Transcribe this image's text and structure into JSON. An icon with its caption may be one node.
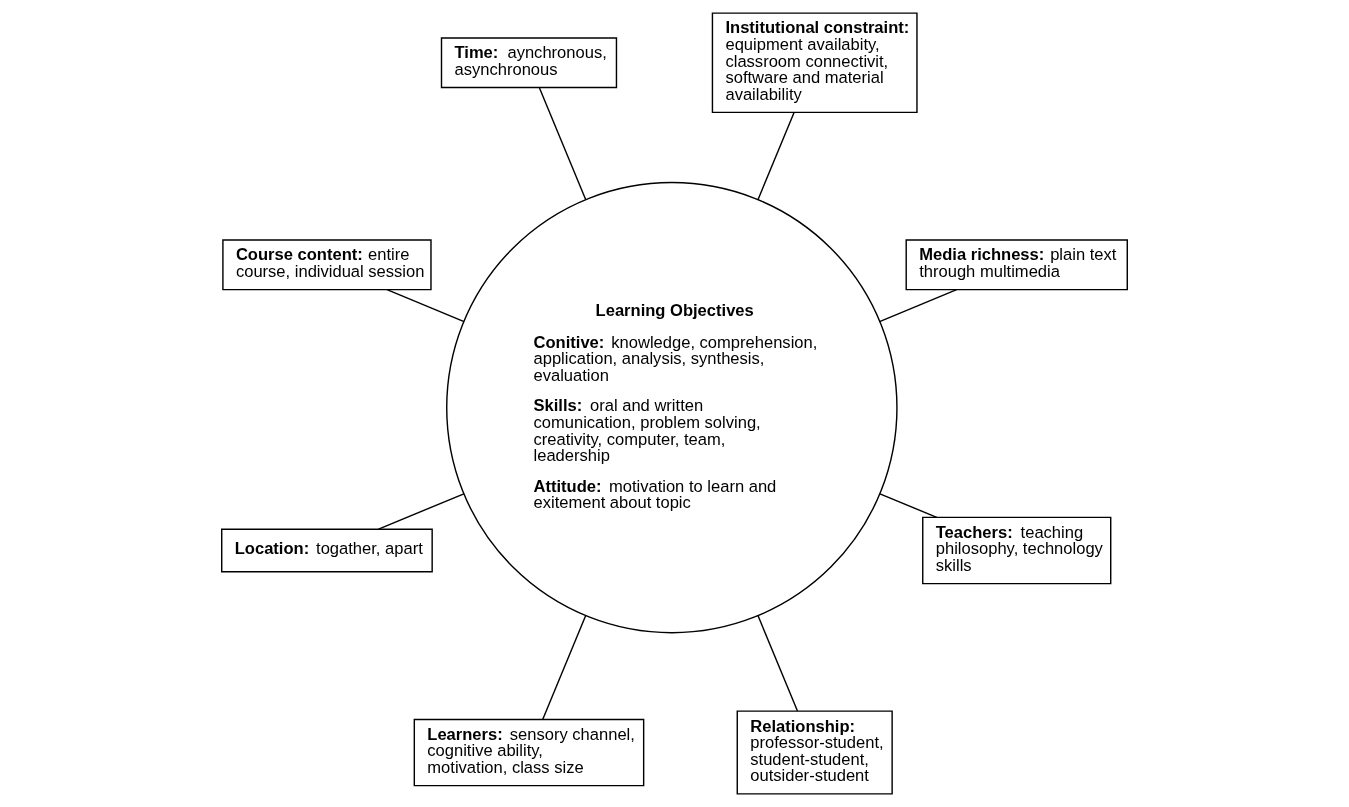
{
  "diagram": {
    "nodes": [
      {
        "text": [
          "**Media richness:** plain text through multimedia"
        ]
      },
      {
        "text": [
          "**Institutional constraint:** equipment availabity, classroom connectivit, software and material availability"
        ]
      },
      {
        "text": [
          "**Time:** aynchronous, asynchronous"
        ]
      },
      {
        "text": [
          "Learning Objectives",
          "**Conitive:** knowledge, comprehension, application, analysis, synthesis, evaluation",
          "**Skills:** oral and written comunication, problem solving, creativity, computer, team, leadership",
          "**Attitude:** motivation to learn and exitement about topic"
        ]
      },
      {
        "text": [
          "**Course content:** entire course, individual session"
        ]
      },
      {
        "text": [
          "**Location:** togather, apart"
        ]
      },
      {
        "text": [
          "**Learners:** sensory channel, cognitive ability, motivation, class size"
        ]
      },
      {
        "text": [
          "**Relationship:** professor-student, student-student, outsider-student"
        ]
      },
      {
        "text": [
          "**Teachers:** teaching philosophy, technology skills"
        ]
      }
    ],
    "edges": [
      {
        "from": 0,
        "to": 3,
        "arrow": "none"
      },
      {
        "from": 1,
        "to": 3,
        "arrow": "none"
      },
      {
        "from": 4,
        "to": 3,
        "arrow": "none"
      },
      {
        "from": 6,
        "to": 3,
        "arrow": "none"
      },
      {
        "from": 8,
        "to": 3,
        "arrow": "none"
      },
      {
        "from": 7,
        "to": 3,
        "arrow": "none"
      },
      {
        "from": 5,
        "to": 3,
        "arrow": "none"
      },
      {
        "from": 2,
        "to": 3,
        "arrow": "none"
      }
    ]
  }
}
